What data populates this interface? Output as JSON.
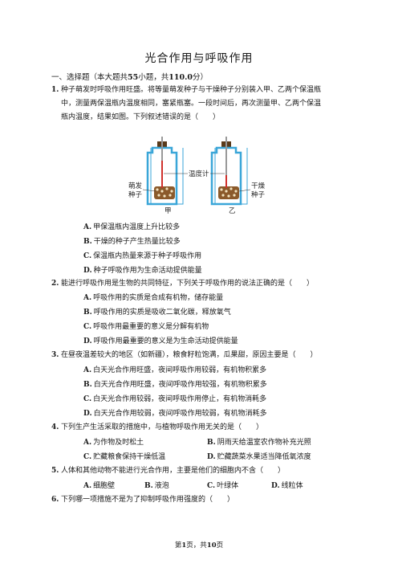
{
  "title": "光合作用与呼吸作用",
  "section": {
    "prefix": "一、选择题（本大题共",
    "count": "55",
    "mid": "小题，共",
    "score": "110.0",
    "suffix": "分）"
  },
  "q1": {
    "num": "1.",
    "line1": "种子萌发时呼吸作用旺盛。将等量萌发种子与干燥种子分别装入甲、乙两个保温瓶",
    "line2": "中，测量两保温瓶内温度相同，塞紧瓶塞。一段时间后，再次测量甲、乙两个保温",
    "line3": "瓶内温度，结果如图。下列叙述错误的是（　　）",
    "figure": {
      "left_label_1": "萌发",
      "left_label_2": "种子",
      "center_label": "温度计",
      "right_label_1": "干燥",
      "right_label_2": "种子",
      "jar_a": "甲",
      "jar_b": "乙"
    },
    "options": [
      {
        "label": "A.",
        "text": "甲保温瓶内温度上升比较多"
      },
      {
        "label": "B.",
        "text": "干燥的种子产生热量比较多"
      },
      {
        "label": "C.",
        "text": "保温瓶内热量来源于种子呼吸作用"
      },
      {
        "label": "D.",
        "text": "种子呼吸作用为生命活动提供能量"
      }
    ]
  },
  "q2": {
    "num": "2.",
    "line1": "能进行呼吸作用是生物的共同特征，下列关于呼吸作用的说法正确的是（　　）",
    "options": [
      {
        "label": "A.",
        "text": "呼吸作用的实质是合成有机物，储存能量"
      },
      {
        "label": "B.",
        "text": "呼吸作用的实质是吸收二氧化碳，释放氧气"
      },
      {
        "label": "C.",
        "text": "呼吸作用最重要的意义是分解有机物"
      },
      {
        "label": "D.",
        "text": "呼吸作用最重要的意义是为生命活动提供能量"
      }
    ]
  },
  "q3": {
    "num": "3.",
    "line1": "在昼夜温差较大的地区（如新疆），粮食籽粒饱满，瓜果甜，原因主要是（　　）",
    "options": [
      {
        "label": "A.",
        "text": "白天光合作用旺盛，夜间呼吸作用较弱，有机物积累多"
      },
      {
        "label": "B.",
        "text": "白天光合作用旺盛，夜间呼吸作用较强，有机物积累多"
      },
      {
        "label": "C.",
        "text": "白天光合作用较弱，夜间呼吸作用停止，有机物消耗多"
      },
      {
        "label": "D.",
        "text": "白天光合作用较弱，夜间呼吸作用较弱，有机物消耗多"
      }
    ]
  },
  "q4": {
    "num": "4.",
    "line1": "下列生产生活采取的措施中，与植物呼吸作用无关的是（　　）",
    "options": [
      {
        "label": "A.",
        "text": "为作物及时松土"
      },
      {
        "label": "B.",
        "text": "阴雨天给温室农作物补充光照"
      },
      {
        "label": "C.",
        "text": "贮藏粮食保持干燥低温"
      },
      {
        "label": "D.",
        "text": "贮藏蔬菜水果适当降低氧浓度"
      }
    ]
  },
  "q5": {
    "num": "5.",
    "line1": "人体和其他动物不能进行光合作用，主要是他们的细胞内不含（　　）",
    "options": [
      {
        "label": "A.",
        "text": "细胞壁"
      },
      {
        "label": "B.",
        "text": "液泡"
      },
      {
        "label": "C.",
        "text": "叶绿体"
      },
      {
        "label": "D.",
        "text": "线粒体"
      }
    ]
  },
  "q6": {
    "num": "6.",
    "line1": "下列哪一项措施不是为了抑制呼吸作用强度的（　　）"
  },
  "footer": {
    "prefix": "第",
    "page": "1",
    "mid": "页，共",
    "total": "10",
    "suffix": "页"
  },
  "colors": {
    "red_tube": "#d0312d",
    "jar_blue": "#3aa6d8",
    "seed": "#8b5a2b"
  }
}
